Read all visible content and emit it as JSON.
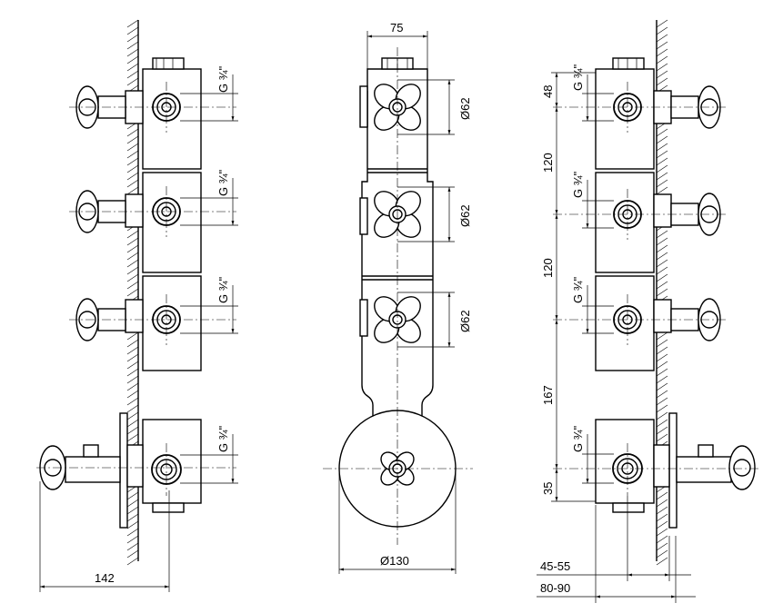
{
  "drawing": {
    "side_view_left": {
      "thread_labels": [
        "G ¾\"",
        "G ¾\"",
        "G ¾\"",
        "G ¾\""
      ],
      "depth_dimension": "142"
    },
    "front_view": {
      "width_dimension": "75",
      "handle_diameters": [
        "Ø62",
        "Ø62",
        "Ø62"
      ],
      "disc_diameter": "Ø130"
    },
    "side_view_right": {
      "thread_labels": [
        "G ¾\"",
        "G ¾\"",
        "G ¾\"",
        "G ¾\""
      ],
      "spacing_dimensions": [
        "48",
        "120",
        "120",
        "167",
        "35"
      ],
      "wall_depth_dimensions": [
        "45-55",
        "80-90"
      ]
    }
  }
}
